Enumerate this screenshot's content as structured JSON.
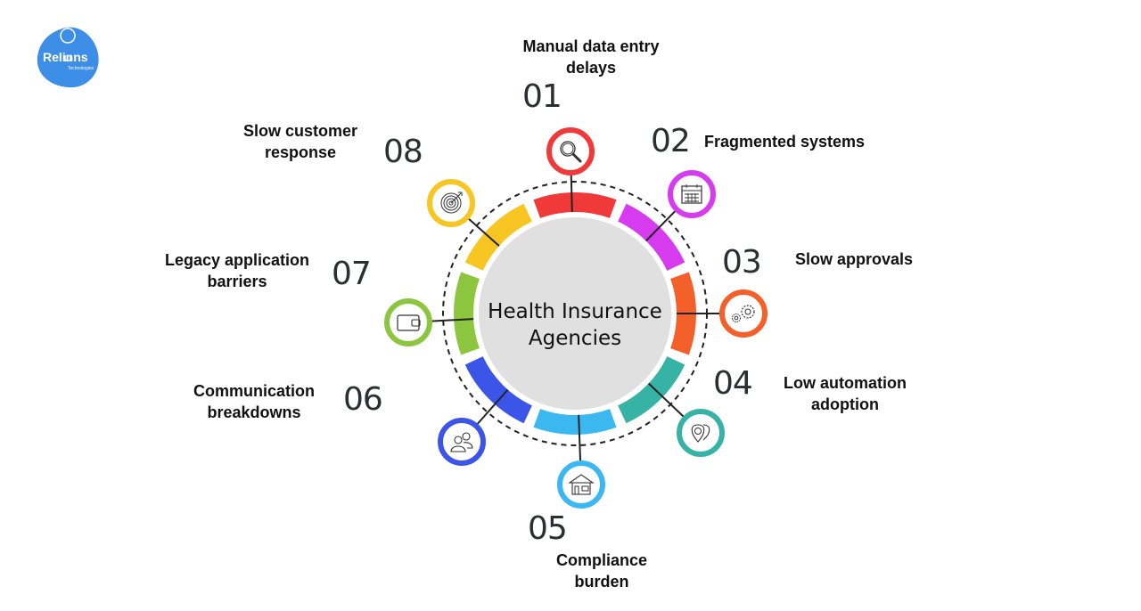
{
  "logo": {
    "name": "Relinns",
    "subtitle": "Technologies",
    "color": "#3d8ee6"
  },
  "center": {
    "line1": "Health Insurance",
    "line2": "Agencies",
    "fill": "#e0e0e0"
  },
  "items": [
    {
      "number": "01",
      "line1": "Manual data entry",
      "line2": "delays",
      "icon": "magnifier-icon",
      "color": "#f03a3a"
    },
    {
      "number": "02",
      "line1": "Fragmented systems",
      "line2": "",
      "icon": "calendar-icon",
      "color": "#d63bf0"
    },
    {
      "number": "03",
      "line1": "Slow approvals",
      "line2": "",
      "icon": "gears-icon",
      "color": "#f4602a"
    },
    {
      "number": "04",
      "line1": "Low automation",
      "line2": "adoption",
      "icon": "location-pins-icon",
      "color": "#37b3a6"
    },
    {
      "number": "05",
      "line1": "Compliance",
      "line2": "burden",
      "icon": "house-icon",
      "color": "#3bb8f0"
    },
    {
      "number": "06",
      "line1": "Communication",
      "line2": "breakdowns",
      "icon": "users-icon",
      "color": "#3a55e8"
    },
    {
      "number": "07",
      "line1": "Legacy application",
      "line2": "barriers",
      "icon": "wallet-icon",
      "color": "#8cc63f"
    },
    {
      "number": "08",
      "line1": "Slow customer",
      "line2": "response",
      "icon": "target-icon",
      "color": "#f7c623"
    }
  ]
}
